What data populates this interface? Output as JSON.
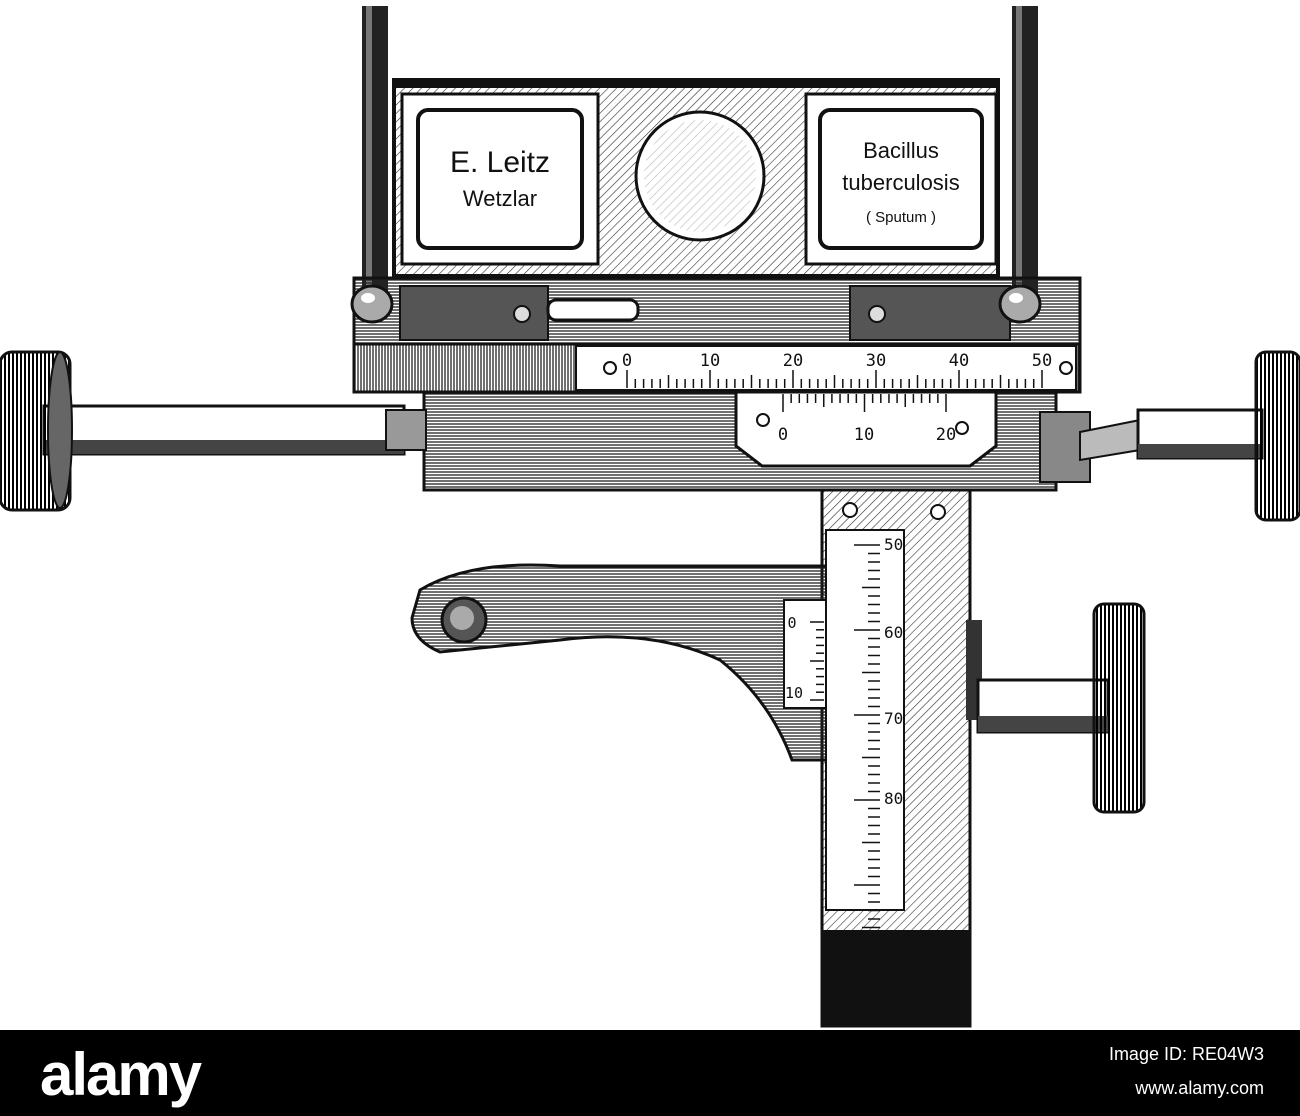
{
  "slide_labels": {
    "left": [
      "E. Leitz",
      "Wetzlar"
    ],
    "right": [
      "Bacillus",
      "tuberculosis",
      "( Sputum )"
    ]
  },
  "scales": {
    "horizontal_main": [
      "0",
      "10",
      "20",
      "30",
      "40",
      "50"
    ],
    "horizontal_vernier": [
      "0",
      "10",
      "20"
    ],
    "vertical_main": [
      "50",
      "60",
      "70",
      "80"
    ],
    "vertical_vernier": [
      "0",
      "10"
    ]
  },
  "watermark": {
    "brand": "alamy",
    "image_id": "Image ID: RE04W3",
    "url": "www.alamy.com"
  },
  "colors": {
    "ink": "#111111",
    "paper": "#ffffff",
    "bar": "#000000"
  }
}
